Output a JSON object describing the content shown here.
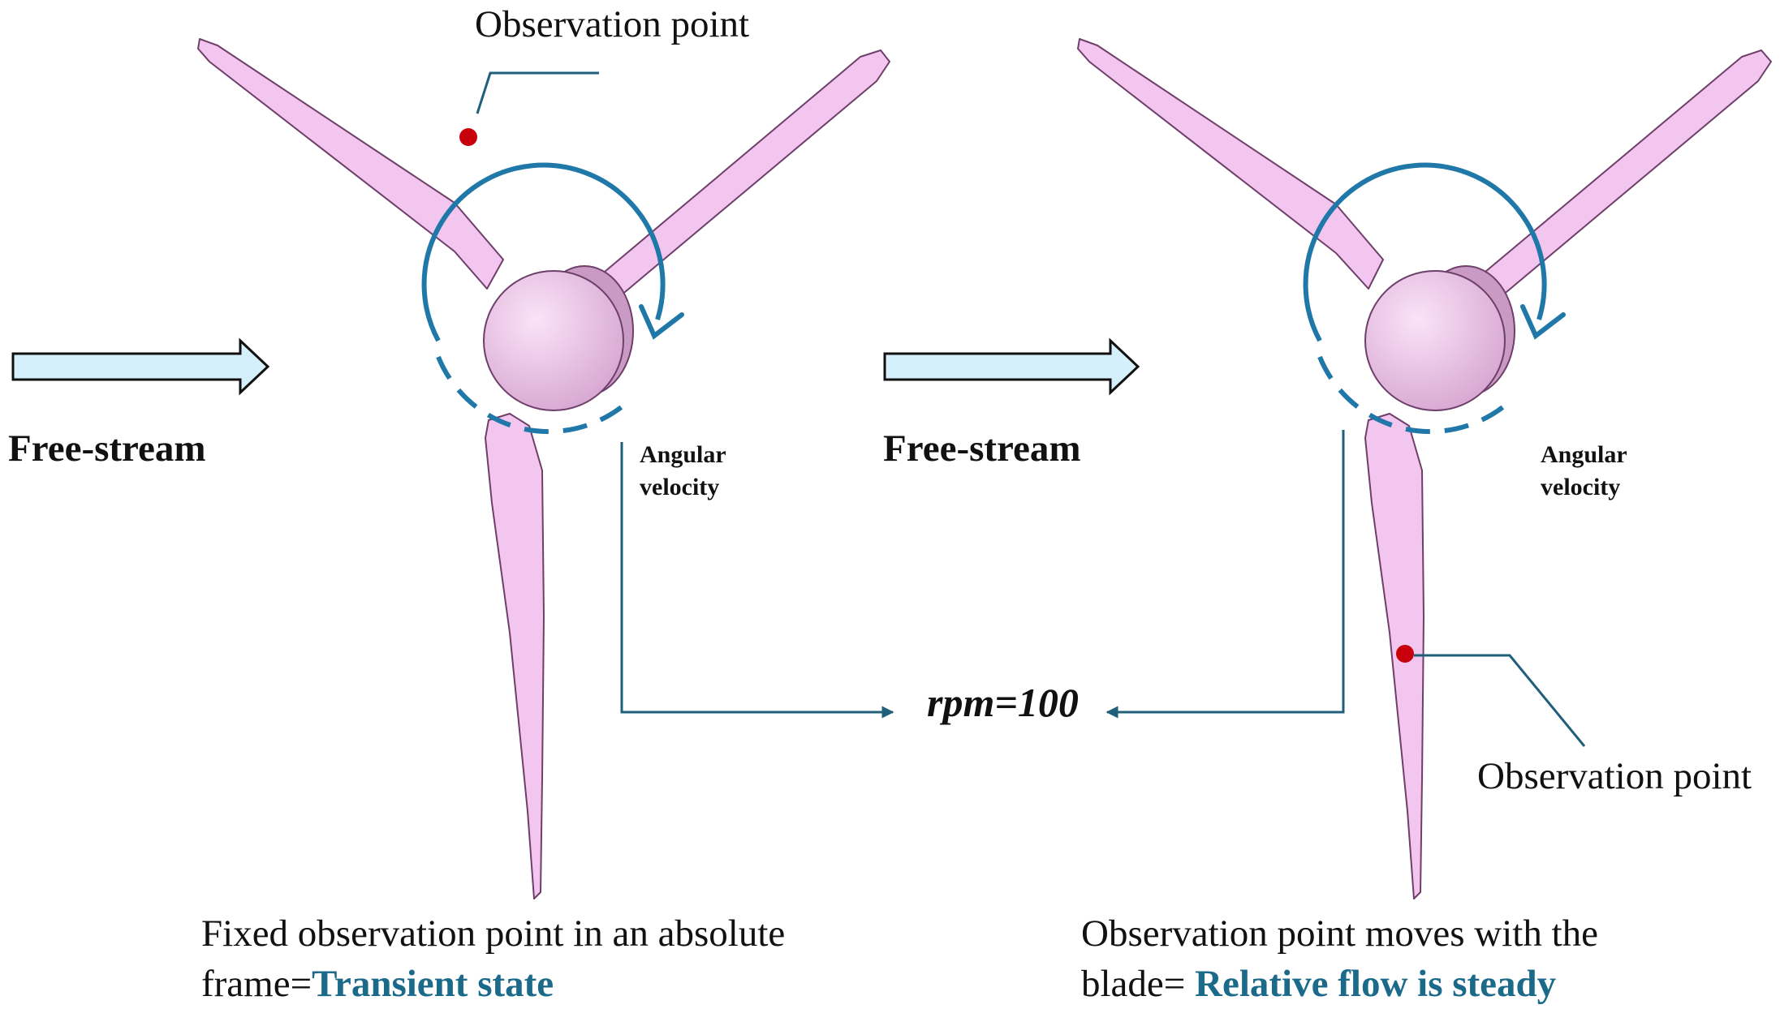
{
  "colors": {
    "blade_fill": "#f2c6ee",
    "blade_edge": "#6e3f6a",
    "hub_light": "#fbe3f8",
    "hub_dark": "#c99ac4",
    "rotation_arrow": "#1f78a8",
    "leader_line": "#1f5f7a",
    "point": "#c8000b",
    "freestream_fill": "#d4f0fb",
    "highlight_text": "#1b6a8a"
  },
  "left_panel": {
    "observation_label": "Observation point",
    "freestream_label": "Free-stream",
    "angular_velocity_label": [
      "Angular",
      "velocity"
    ],
    "caption_line1": "Fixed observation point in an absolute",
    "caption_line2_prefix": "frame=",
    "caption_line2_highlight": "Transient state"
  },
  "right_panel": {
    "observation_label": "Observation point",
    "freestream_label": "Free-stream",
    "angular_velocity_label": [
      "Angular",
      "velocity"
    ],
    "caption_line1": "Observation point moves with the",
    "caption_line2_prefix": "blade= ",
    "caption_line2_highlight": "Relative flow is steady"
  },
  "center": {
    "rpm_label": "rpm=100"
  },
  "icons": {
    "rotation": "clockwise-rotation-arrow-icon",
    "flow": "right-arrow-icon"
  }
}
